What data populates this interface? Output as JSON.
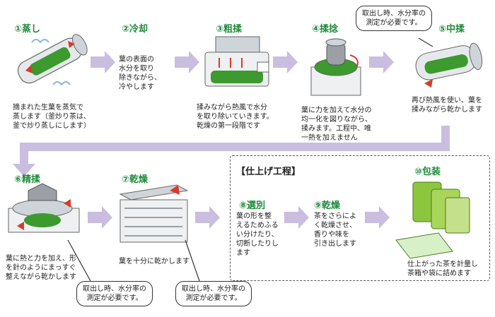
{
  "colors": {
    "title_green": "#1f8a3a",
    "arrow": "#c9bde0",
    "leaf_green": "#3c9a2e",
    "machine_gray": "#9aa0a6",
    "heat_red": "#d83a2a"
  },
  "steps": [
    {
      "title": "①蒸し",
      "desc": [
        "摘まれた生葉を蒸気で",
        "蒸します（釜炒り茶は、",
        "釜で炒り蒸しにします）"
      ]
    },
    {
      "title": "②冷却",
      "desc": [
        "葉の表面の",
        "水分を取り",
        "除きながら、",
        "冷やします"
      ]
    },
    {
      "title": "③粗揉",
      "desc": [
        "揉みながら熱風で水分",
        "を取り除いていきます。",
        "乾燥の第一段階です"
      ]
    },
    {
      "title": "④揉捻",
      "desc": [
        "葉に力を加えて水分の",
        "均一化を図りながら、",
        "揉みます。工程中、唯",
        "一熱を加えません"
      ]
    },
    {
      "title": "⑤中揉",
      "desc": [
        "再び熱風を使い、葉を",
        "揉みながら乾かします"
      ]
    },
    {
      "title": "⑥精揉",
      "desc": [
        "葉に熱と力を加え、形",
        "を針のようにまっすぐ",
        "整えながら乾かします"
      ]
    },
    {
      "title": "⑦乾燥",
      "desc": [
        "葉を十分に乾かします"
      ]
    },
    {
      "title": "⑧選別",
      "desc": [
        "葉の形を整",
        "えるためふる",
        "い分けたり、",
        "切断したりし",
        "ます"
      ]
    },
    {
      "title": "⑨乾燥",
      "desc": [
        "茶をさらによ",
        "く乾燥させ、",
        "香りや味を",
        "引き出します"
      ]
    },
    {
      "title": "⑩包装",
      "desc": [
        "仕上がった茶を計量し",
        "茶箱や袋に詰めます"
      ]
    }
  ],
  "finishing_label": "【仕上げ工程】",
  "callouts": [
    {
      "lines": [
        "取出し時、水分率の",
        "測定が必要です。"
      ]
    },
    {
      "lines": [
        "取出し時、水分率の",
        "測定が必要です。"
      ]
    },
    {
      "lines": [
        "取出し時、水分率の",
        "測定が必要です。"
      ]
    }
  ],
  "icons": [
    "steamer-drum-icon",
    "cooling-fan-icon",
    "primary-roller-icon",
    "rolling-press-icon",
    "secondary-roller-icon",
    "final-roller-icon",
    "dryer-shelf-icon",
    "tea-package-icon"
  ]
}
